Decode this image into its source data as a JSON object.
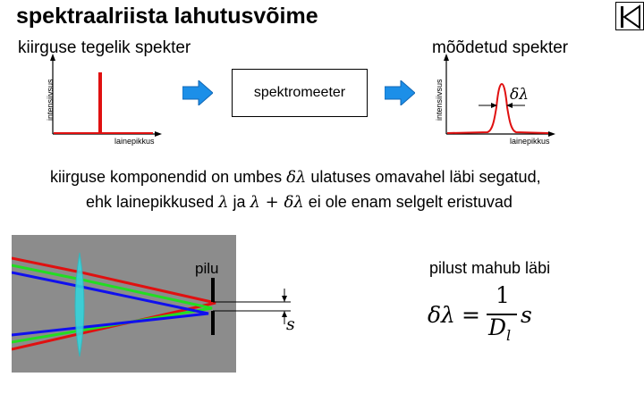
{
  "slide": {
    "title": "spektraalriista lahutusvõime",
    "nav_icon": "back-to-start-icon"
  },
  "diagram": {
    "left_heading": "kiirguse tegelik spekter",
    "right_heading": "mõõdetud spekter",
    "y_axis_label": "intensiivsus",
    "x_axis_label": "lainepikkus",
    "device_label": "spektromeeter",
    "linewidth_label": "δλ",
    "line_color": "#e01010",
    "arrow_color": "#1c8fe8"
  },
  "explanation": {
    "line1_prefix": "kiirguse komponendid on umbes ",
    "line1_symbol": "δλ",
    "line1_suffix": " ulatuses omavahel läbi segatud,",
    "line2_prefix": "ehk lainepikkused ",
    "line2_sym1": "λ",
    "line2_mid": " ja ",
    "line2_sym2": "λ + δλ",
    "line2_suffix": " ei ole enam selgelt eristuvad"
  },
  "optics": {
    "slit_label": "pilu",
    "slit_width_symbol": "s",
    "lens_color": "#33d6de",
    "ray_colors": [
      "#e01010",
      "#22dd22",
      "#1010ee"
    ]
  },
  "formula": {
    "intro": "pilust mahub läbi",
    "lhs": "δλ",
    "equals": "=",
    "numerator": "1",
    "denominator": "D",
    "denominator_sub": "l",
    "factor": "s"
  }
}
